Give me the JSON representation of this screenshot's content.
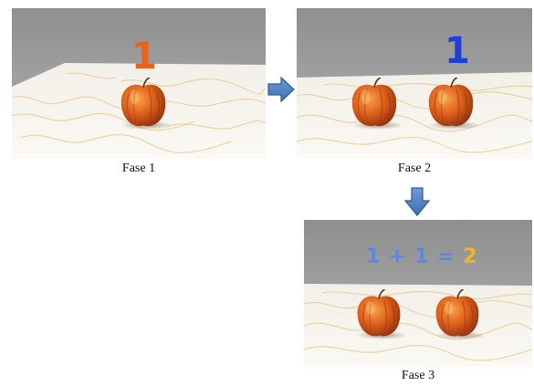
{
  "panels": [
    {
      "caption": "Fase 1",
      "overlay": [
        "1"
      ]
    },
    {
      "caption": "Fase 2",
      "overlay": [
        "1"
      ]
    },
    {
      "caption": "Fase 3",
      "overlay": [
        "1",
        "+",
        "1",
        "=",
        "2"
      ]
    }
  ],
  "colors": {
    "phase1_number": "#e8641a",
    "phase2_number": "#1d3fd6",
    "equation_terms": "#5b87e0",
    "equation_result": "#f4b41a",
    "arrow_fill": "#4f7fc0",
    "arrow_stroke": "#2e5a94"
  },
  "icons": {
    "arrow_right": "arrow-right-icon",
    "arrow_down": "arrow-down-icon",
    "apple": "apple-icon"
  }
}
